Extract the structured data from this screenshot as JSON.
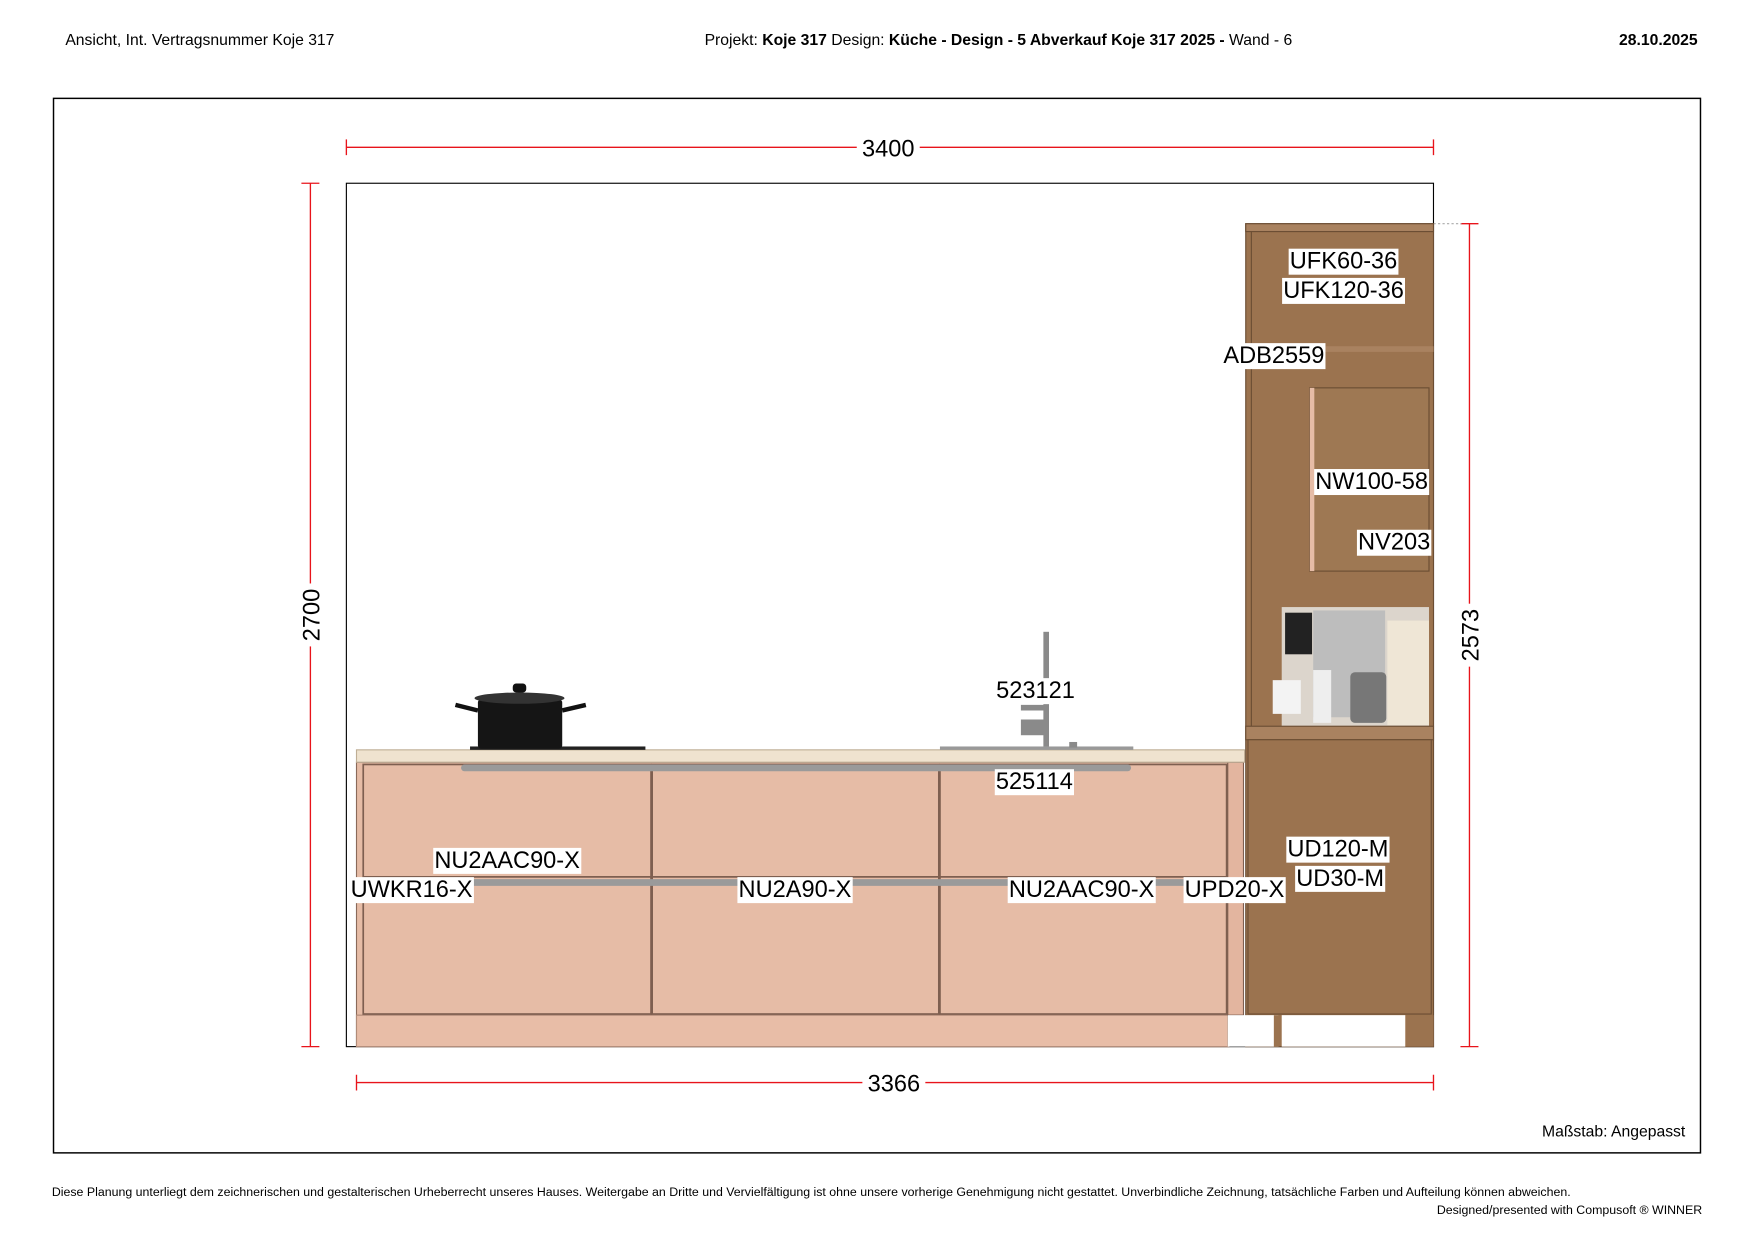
{
  "header": {
    "left": "Ansicht, Int. Vertragsnummer Koje 317",
    "project_prefix": "Projekt: ",
    "project_name": "Koje 317",
    "design_prefix": " Design: ",
    "design_name": "Küche - Design - 5 Abverkauf Koje 317 2025 -",
    "wall": " Wand - 6",
    "date": "28.10.2025"
  },
  "dimensions": {
    "top_width": "3400",
    "bottom_width": "3366",
    "left_height": "2700",
    "right_height": "2573"
  },
  "labels": {
    "ufk60": "UFK60-36",
    "ufk120": "UFK120-36",
    "adb": "ADB2559",
    "nw": "NW100-58",
    "nv": "NV203",
    "tap": "523121",
    "sink": "525114",
    "nu2aac_left": "NU2AAC90-X",
    "uwkr": "UWKR16-X",
    "nu2a": "NU2A90-X",
    "nu2aac_right": "NU2AAC90-X",
    "upd": "UPD20-X",
    "ud120": "UD120-M",
    "ud30": "UD30-M"
  },
  "scale": "Maßstab: Angepasst",
  "footer": {
    "disclaimer": "Diese Planung unterliegt dem zeichnerischen und gestalterischen Urheberrecht unseres Hauses. Weitergabe an Dritte und Vervielfältigung ist ohne unsere vorherige Genehmigung nicht gestattet. Unverbindliche Zeichnung, tatsächliche Farben und Aufteilung können abweichen.",
    "credit": "Designed/presented with Compusoft ® WINNER"
  },
  "colors": {
    "front": "#e6bca6",
    "wood": "#9b734f",
    "worktop": "#efe3cf",
    "dimension": "#e8141b"
  }
}
